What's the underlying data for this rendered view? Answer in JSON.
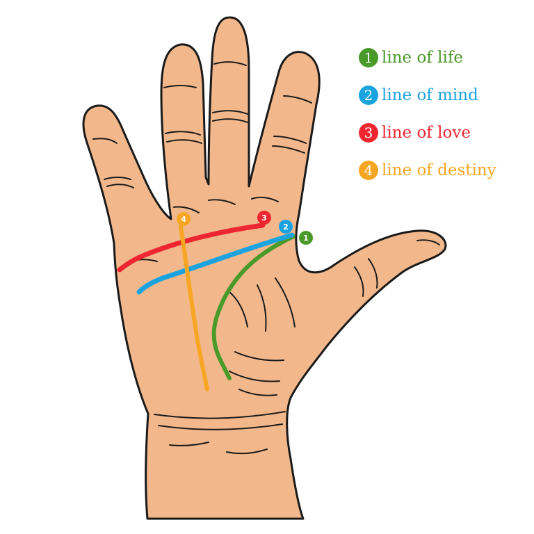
{
  "legend": [
    {
      "number": "1",
      "label": "line of life",
      "color": "#4a9a2a"
    },
    {
      "number": "2",
      "label": "line of mind",
      "color": "#1aa3df"
    },
    {
      "number": "3",
      "label": "line of love",
      "color": "#ed2630"
    },
    {
      "number": "4",
      "label": "line of destiny",
      "color": "#f6a623"
    }
  ],
  "markers": {
    "life": "1",
    "mind": "2",
    "love": "3",
    "destiny": "4"
  },
  "colors": {
    "skin": "#f2b88c",
    "outline": "#1a1a1a",
    "background": "#ffffff"
  }
}
